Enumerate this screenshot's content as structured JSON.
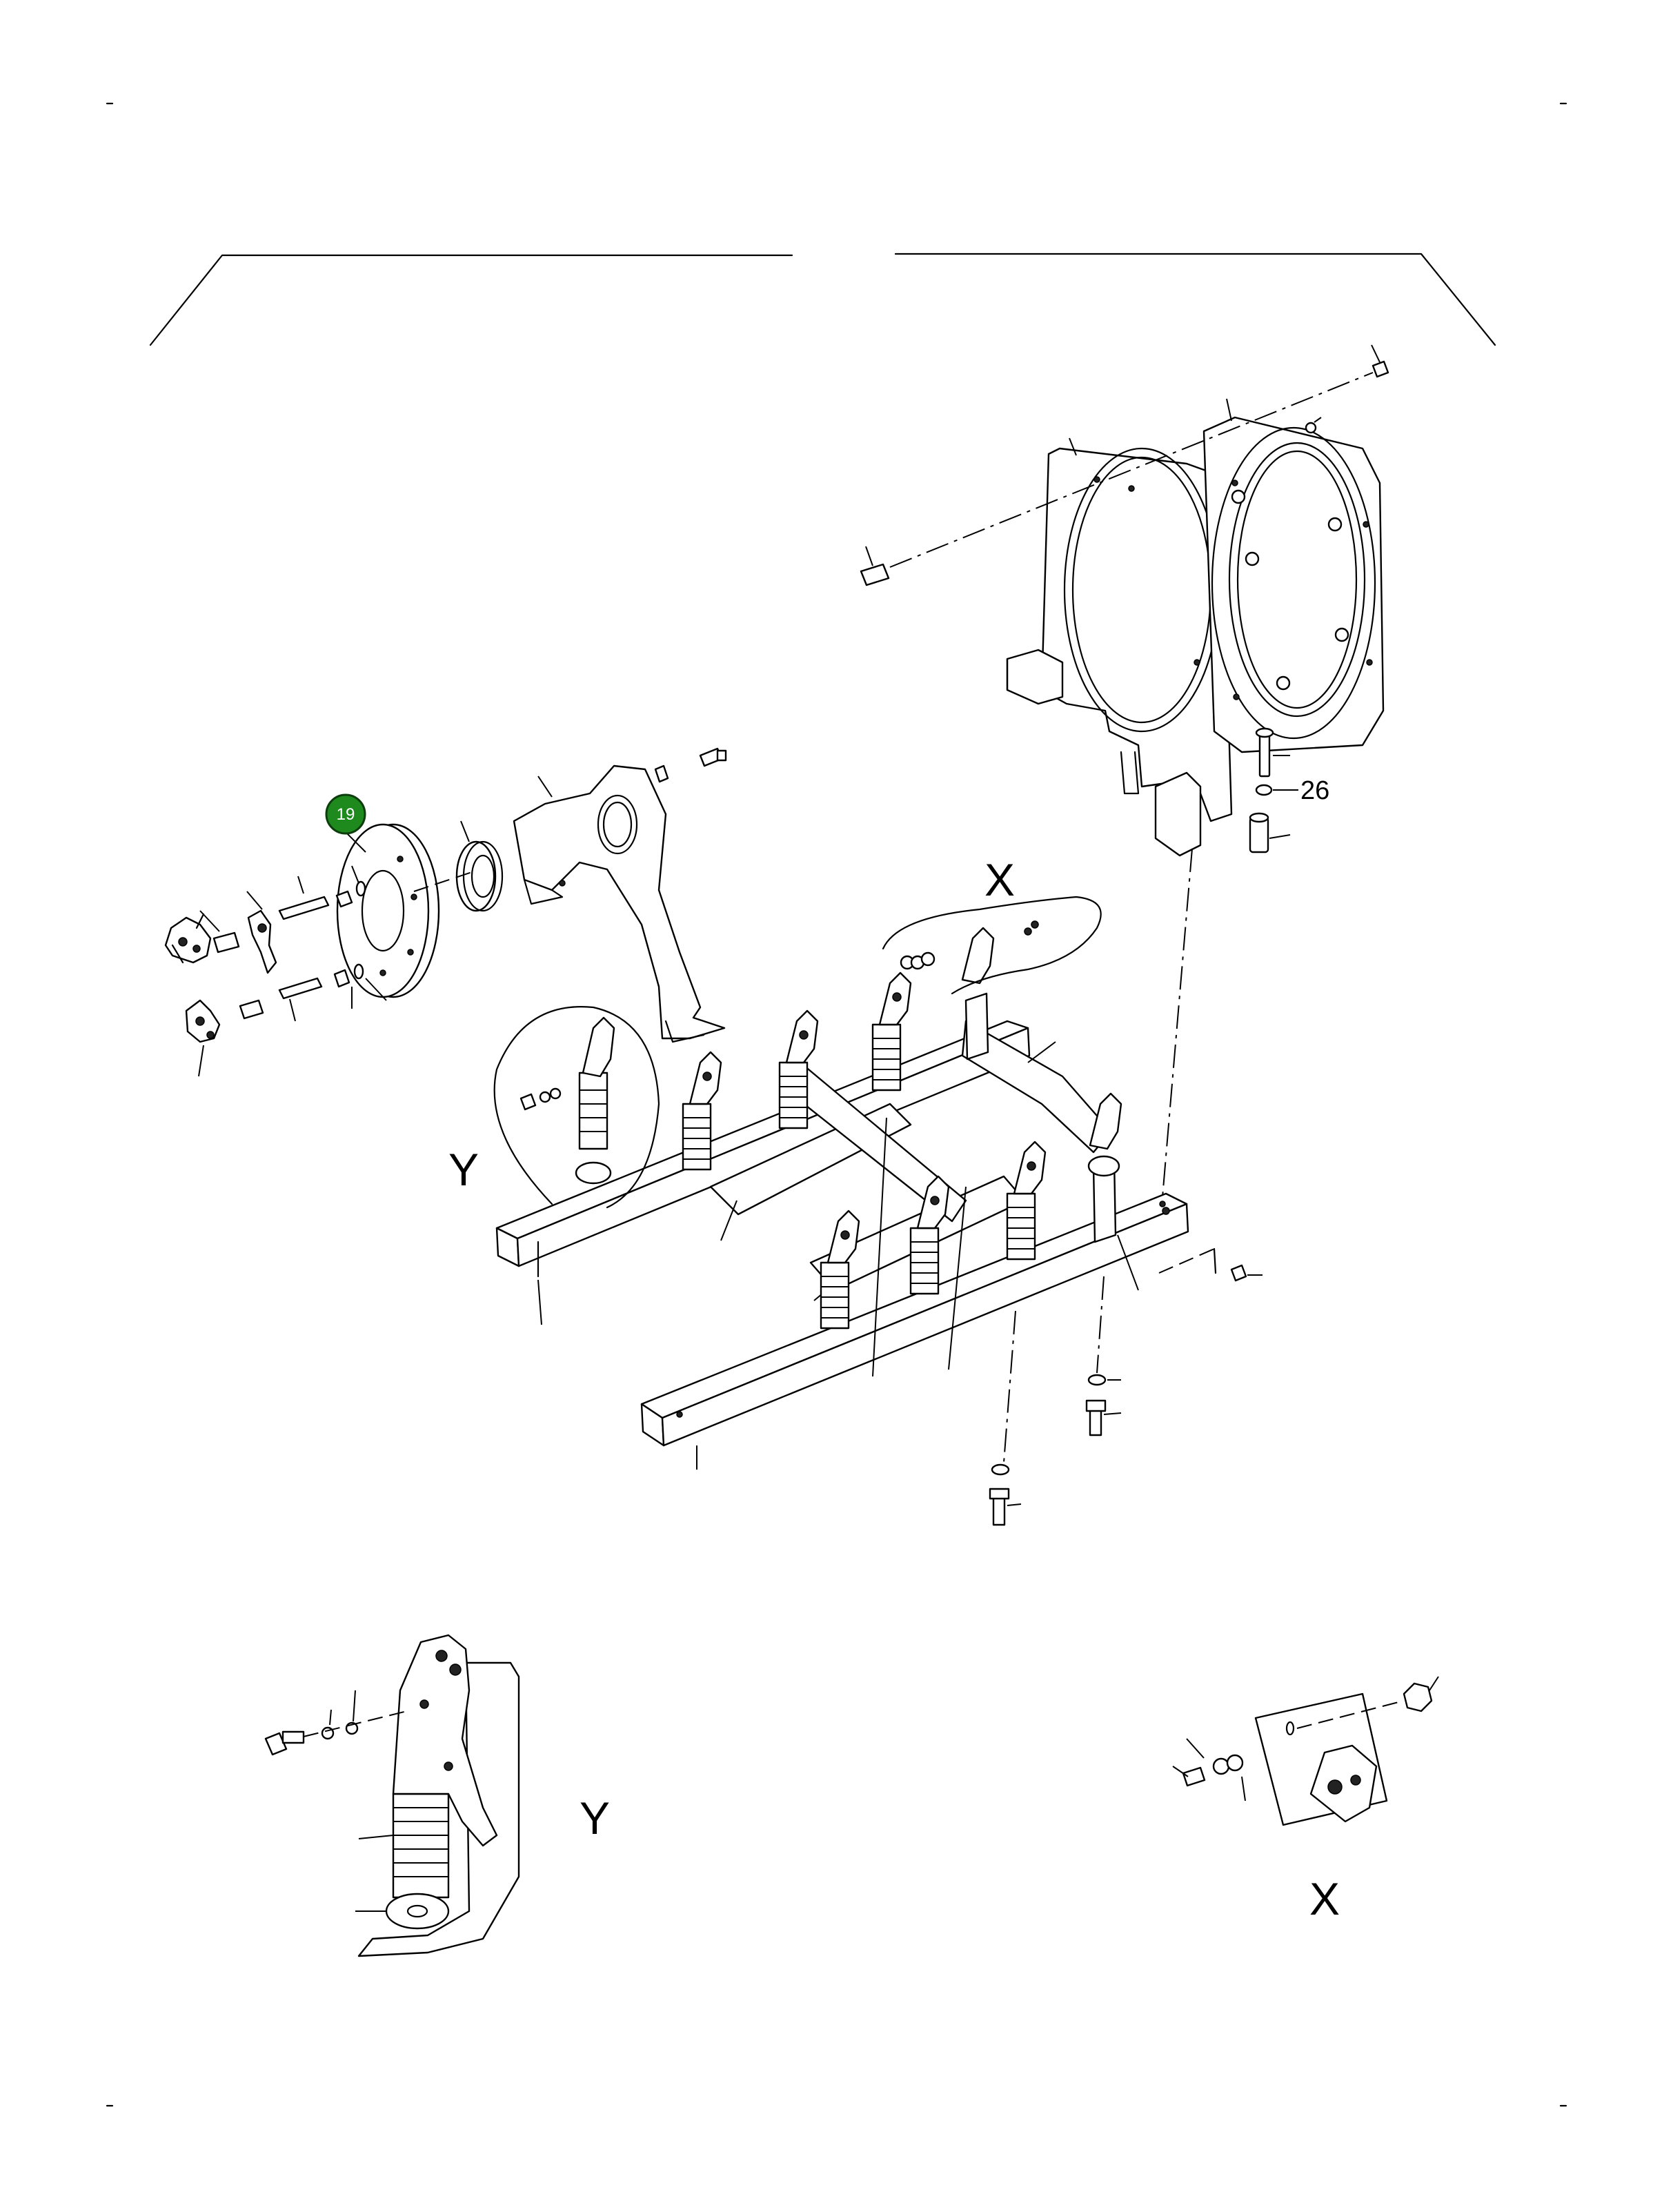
{
  "callouts": {
    "highlighted": {
      "label": "19",
      "color": "#1e8a1e"
    },
    "plain": [
      {
        "label": "26"
      }
    ]
  },
  "view_labels": {
    "x_main": "X",
    "y_main": "Y",
    "y_detail": "Y",
    "x_detail": "X"
  }
}
